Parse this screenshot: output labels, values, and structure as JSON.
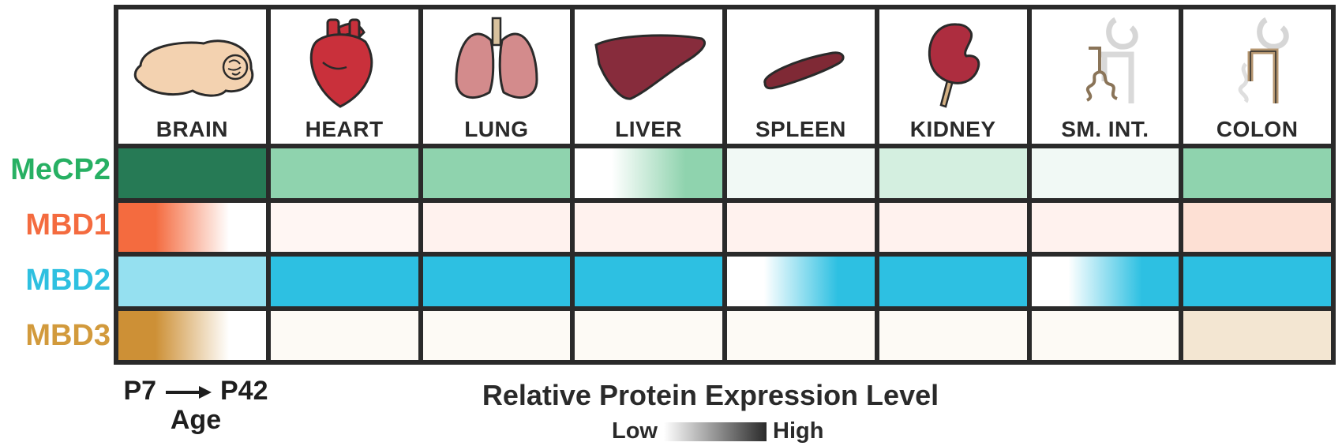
{
  "organs": [
    {
      "label": "BRAIN",
      "icon": "brain-icon"
    },
    {
      "label": "HEART",
      "icon": "heart-icon"
    },
    {
      "label": "LUNG",
      "icon": "lung-icon"
    },
    {
      "label": "LIVER",
      "icon": "liver-icon"
    },
    {
      "label": "SPLEEN",
      "icon": "spleen-icon"
    },
    {
      "label": "KIDNEY",
      "icon": "kidney-icon"
    },
    {
      "label": "SM. INT.",
      "icon": "small-intestine-icon"
    },
    {
      "label": "COLON",
      "icon": "colon-icon"
    }
  ],
  "proteins": [
    {
      "label": "MeCP2",
      "color": "#27b063",
      "cells": [
        {
          "type": "solid",
          "color": "#267a55"
        },
        {
          "type": "solid",
          "color": "#8fd3ae"
        },
        {
          "type": "solid",
          "color": "#8fd3ae"
        },
        {
          "type": "gradient",
          "from": "#ffffff",
          "to": "#8fd3ae"
        },
        {
          "type": "solid",
          "color": "#f1f9f5"
        },
        {
          "type": "solid",
          "color": "#d4efe0"
        },
        {
          "type": "solid",
          "color": "#f1f9f5"
        },
        {
          "type": "solid",
          "color": "#8fd3ae"
        }
      ]
    },
    {
      "label": "MBD1",
      "color": "#f46b3f",
      "cells": [
        {
          "type": "gradient",
          "from": "#f46b3f",
          "to": "#ffffff"
        },
        {
          "type": "solid",
          "color": "#fff6f3"
        },
        {
          "type": "solid",
          "color": "#fff2ee"
        },
        {
          "type": "solid",
          "color": "#fff2ee"
        },
        {
          "type": "solid",
          "color": "#fff2ee"
        },
        {
          "type": "solid",
          "color": "#fff2ee"
        },
        {
          "type": "solid",
          "color": "#fff2ee"
        },
        {
          "type": "solid",
          "color": "#fde0d4"
        }
      ]
    },
    {
      "label": "MBD2",
      "color": "#2ec0e0",
      "cells": [
        {
          "type": "solid",
          "color": "#95e0f0"
        },
        {
          "type": "solid",
          "color": "#2dc0e2"
        },
        {
          "type": "solid",
          "color": "#2dc0e2"
        },
        {
          "type": "solid",
          "color": "#2dc0e2"
        },
        {
          "type": "gradient",
          "from": "#ffffff",
          "to": "#2dc0e2"
        },
        {
          "type": "solid",
          "color": "#2dc0e2"
        },
        {
          "type": "gradient",
          "from": "#ffffff",
          "to": "#2dc0e2"
        },
        {
          "type": "solid",
          "color": "#2dc0e2"
        }
      ]
    },
    {
      "label": "MBD3",
      "color": "#d29a3c",
      "cells": [
        {
          "type": "gradient",
          "from": "#cd9036",
          "to": "#ffffff"
        },
        {
          "type": "solid",
          "color": "#fdfaf5"
        },
        {
          "type": "solid",
          "color": "#fdfaf5"
        },
        {
          "type": "solid",
          "color": "#fdfaf5"
        },
        {
          "type": "solid",
          "color": "#fdfaf5"
        },
        {
          "type": "solid",
          "color": "#fdfaf5"
        },
        {
          "type": "solid",
          "color": "#fdfaf5"
        },
        {
          "type": "solid",
          "color": "#f3e6d2"
        }
      ]
    }
  ],
  "age": {
    "from": "P7",
    "to": "P42",
    "label": "Age"
  },
  "legend": {
    "title": "Relative Protein Expression Level",
    "low": "Low",
    "high": "High"
  }
}
